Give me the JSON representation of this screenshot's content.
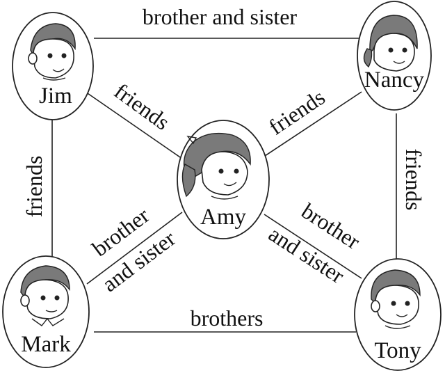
{
  "diagram": {
    "people": {
      "jim": "Jim",
      "nancy": "Nancy",
      "amy": "Amy",
      "mark": "Mark",
      "tony": "Tony"
    },
    "relations": {
      "jim_nancy": "brother and sister",
      "jim_amy": "friends",
      "nancy_amy": "friends",
      "jim_mark": "friends",
      "nancy_tony": "friends",
      "amy_mark_line1": "brother",
      "amy_mark_line2": "and sister",
      "amy_tony_line1": "brother",
      "amy_tony_line2": "and sister",
      "mark_tony": "brothers"
    },
    "icons": {
      "jim": "boy-face-icon",
      "nancy": "girl-face-icon",
      "amy": "girl-ponytail-face-icon",
      "mark": "boy-face-icon",
      "tony": "boy-face-icon"
    }
  }
}
